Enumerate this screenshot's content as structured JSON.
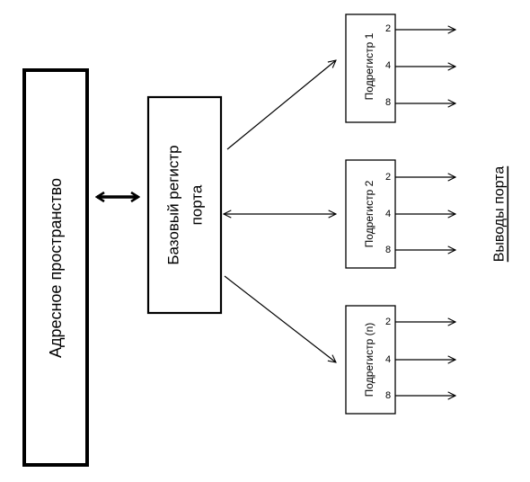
{
  "address_space": {
    "label": "Адресное пространство"
  },
  "base_register": {
    "label_line1": "Базовый регистр",
    "label_line2": "порта"
  },
  "port_pins": {
    "label": "Выводы порта"
  },
  "subregisters": [
    {
      "label": "Подрегистр 1",
      "bits": [
        "2",
        "4",
        "8"
      ]
    },
    {
      "label": "Подрегистр 2",
      "bits": [
        "2",
        "4",
        "8"
      ]
    },
    {
      "label": "Подрегистр (n)",
      "bits": [
        "2",
        "4",
        "8"
      ]
    }
  ]
}
